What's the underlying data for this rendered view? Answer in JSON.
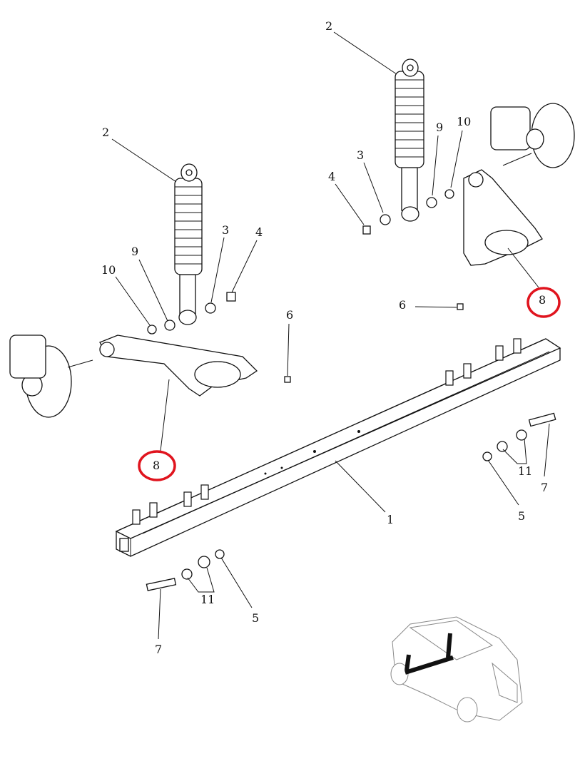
{
  "diagram": {
    "callouts": [
      {
        "id": "c2a",
        "text": "2"
      },
      {
        "id": "c2b",
        "text": "2"
      },
      {
        "id": "c3a",
        "text": "3"
      },
      {
        "id": "c4a",
        "text": "4"
      },
      {
        "id": "c9a",
        "text": "9"
      },
      {
        "id": "c10a",
        "text": "10"
      },
      {
        "id": "c8a",
        "text": "8"
      },
      {
        "id": "c6a",
        "text": "6"
      },
      {
        "id": "c9b",
        "text": "9"
      },
      {
        "id": "c10b",
        "text": "10"
      },
      {
        "id": "c3b",
        "text": "3"
      },
      {
        "id": "c4b",
        "text": "4"
      },
      {
        "id": "c6b",
        "text": "6"
      },
      {
        "id": "c8b",
        "text": "8"
      },
      {
        "id": "c1",
        "text": "1"
      },
      {
        "id": "c11a",
        "text": "11"
      },
      {
        "id": "c7a",
        "text": "7"
      },
      {
        "id": "c5a",
        "text": "5"
      },
      {
        "id": "c11b",
        "text": "11"
      },
      {
        "id": "c5b",
        "text": "5"
      },
      {
        "id": "c7b",
        "text": "7"
      }
    ],
    "highlight_color": "#e0141e"
  }
}
